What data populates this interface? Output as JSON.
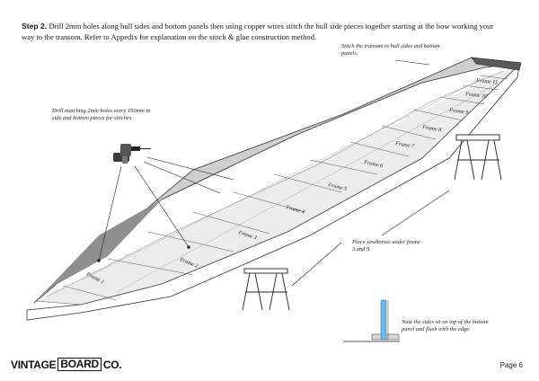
{
  "instructions": {
    "step_label": "Step 2.",
    "text": " Drill 2mm holes along hull sides and bottom panels then using copper wires stitch the hull side pieces together starting at the bow working your way to the transom. Refer to Appedix for explanation on the stitch & glue construction method."
  },
  "notes": {
    "transom": "Stitch the transom to hull sides and bottom panels.",
    "drill": "Drill matching 2mm holes every 150mm in side and bottom pieces for stitches",
    "sawhorses": "Place sawhorses under frame 3 and 9.",
    "sides": "Note the sides sit on top of the bottom panel and flush with the edge."
  },
  "frames": [
    "Frame 1",
    "Frame 2",
    "Frame 3",
    "Frame 4",
    "Frame 5",
    "Frame 6",
    "Frame 7",
    "Frame 8",
    "Frame 9",
    "Frame 10",
    "Frame 11"
  ],
  "logo": {
    "part1": "VINTAGE",
    "part2": "BOARD",
    "part3": "CO."
  },
  "page": {
    "number": "Page 6"
  }
}
